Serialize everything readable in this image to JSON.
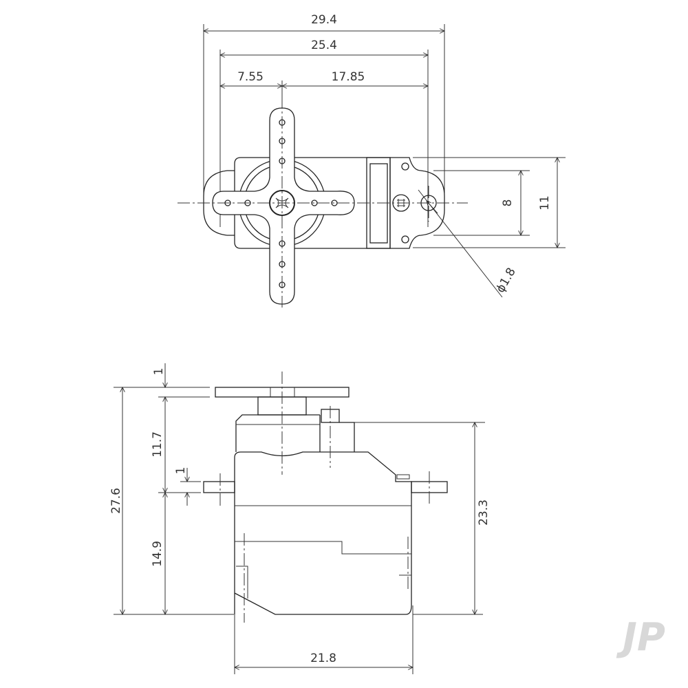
{
  "top_view": {
    "dimensions": {
      "overall_width": "29.4",
      "mount_hole_spacing": "25.4",
      "hole_to_shaft": "7.55",
      "shaft_to_hole": "17.85",
      "ear_height": "8",
      "body_width": "11",
      "hole_diameter": "ϕ1.8"
    }
  },
  "side_view": {
    "dimensions": {
      "overall_height": "27.6",
      "horn_thickness": "1",
      "shaft_to_flange": "11.7",
      "flange_thickness": "1",
      "flange_to_bottom": "14.9",
      "case_height": "23.3",
      "body_length": "21.8"
    }
  },
  "watermark": {
    "logo_text": "JP",
    "color": "#d8d8d8"
  }
}
